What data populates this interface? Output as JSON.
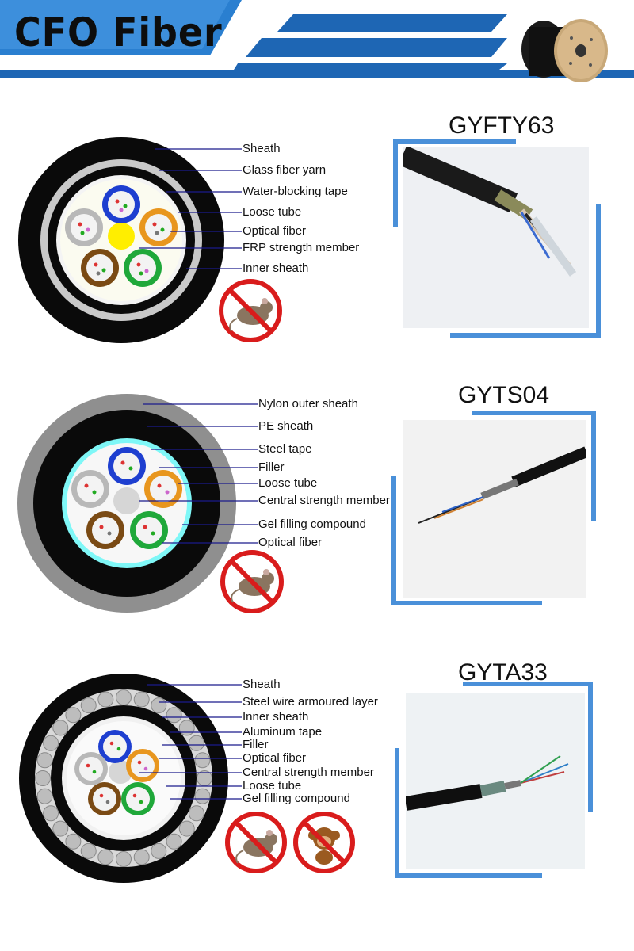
{
  "brand": "CFO Fiber",
  "sections": [
    {
      "title": "GYFTY63",
      "labels": [
        "Sheath",
        "Glass fiber yarn",
        "Water-blocking tape",
        "Loose tube",
        "Optical fiber",
        "FRP strength member",
        "Inner sheath"
      ],
      "warning_icons": [
        "no-rodent-icon"
      ]
    },
    {
      "title": "GYTS04",
      "labels": [
        "Nylon outer sheath",
        "PE sheath",
        "Steel tape",
        "Filler",
        "Loose tube",
        "Central strength member",
        "Gel filling compound",
        "Optical fiber"
      ],
      "warning_icons": [
        "no-rodent-icon"
      ]
    },
    {
      "title": "GYTA33",
      "labels": [
        "Sheath",
        "Steel wire armoured layer",
        "Inner sheath",
        "Aluminum tape",
        "Filler",
        "Optical fiber",
        "Central strength member",
        "Loose tube",
        "Gel filling compound"
      ],
      "warning_icons": [
        "no-rodent-icon",
        "no-monkey-icon"
      ]
    }
  ],
  "colors": {
    "header_blue": "#1e66b4",
    "frame_blue": "#4a90d9",
    "leader_line": "#1a1a8c",
    "warning_red": "#d91c1c"
  }
}
